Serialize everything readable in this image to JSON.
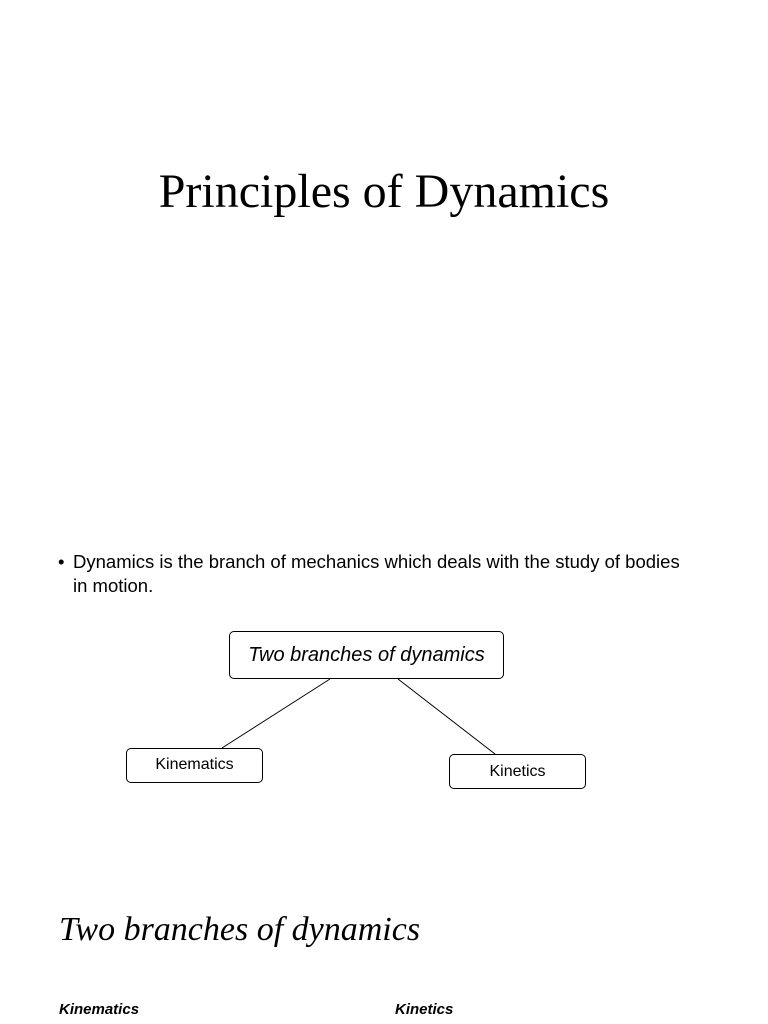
{
  "title": "Principles of Dynamics",
  "bullet": {
    "symbol": "•",
    "text": "Dynamics is the branch of mechanics which deals with the study of bodies in motion."
  },
  "diagram": {
    "root": "Two branches of dynamics",
    "children": [
      "Kinematics",
      "Kinetics"
    ]
  },
  "section": {
    "heading": "Two branches of dynamics",
    "columns": [
      "Kinematics",
      "Kinetics"
    ]
  }
}
